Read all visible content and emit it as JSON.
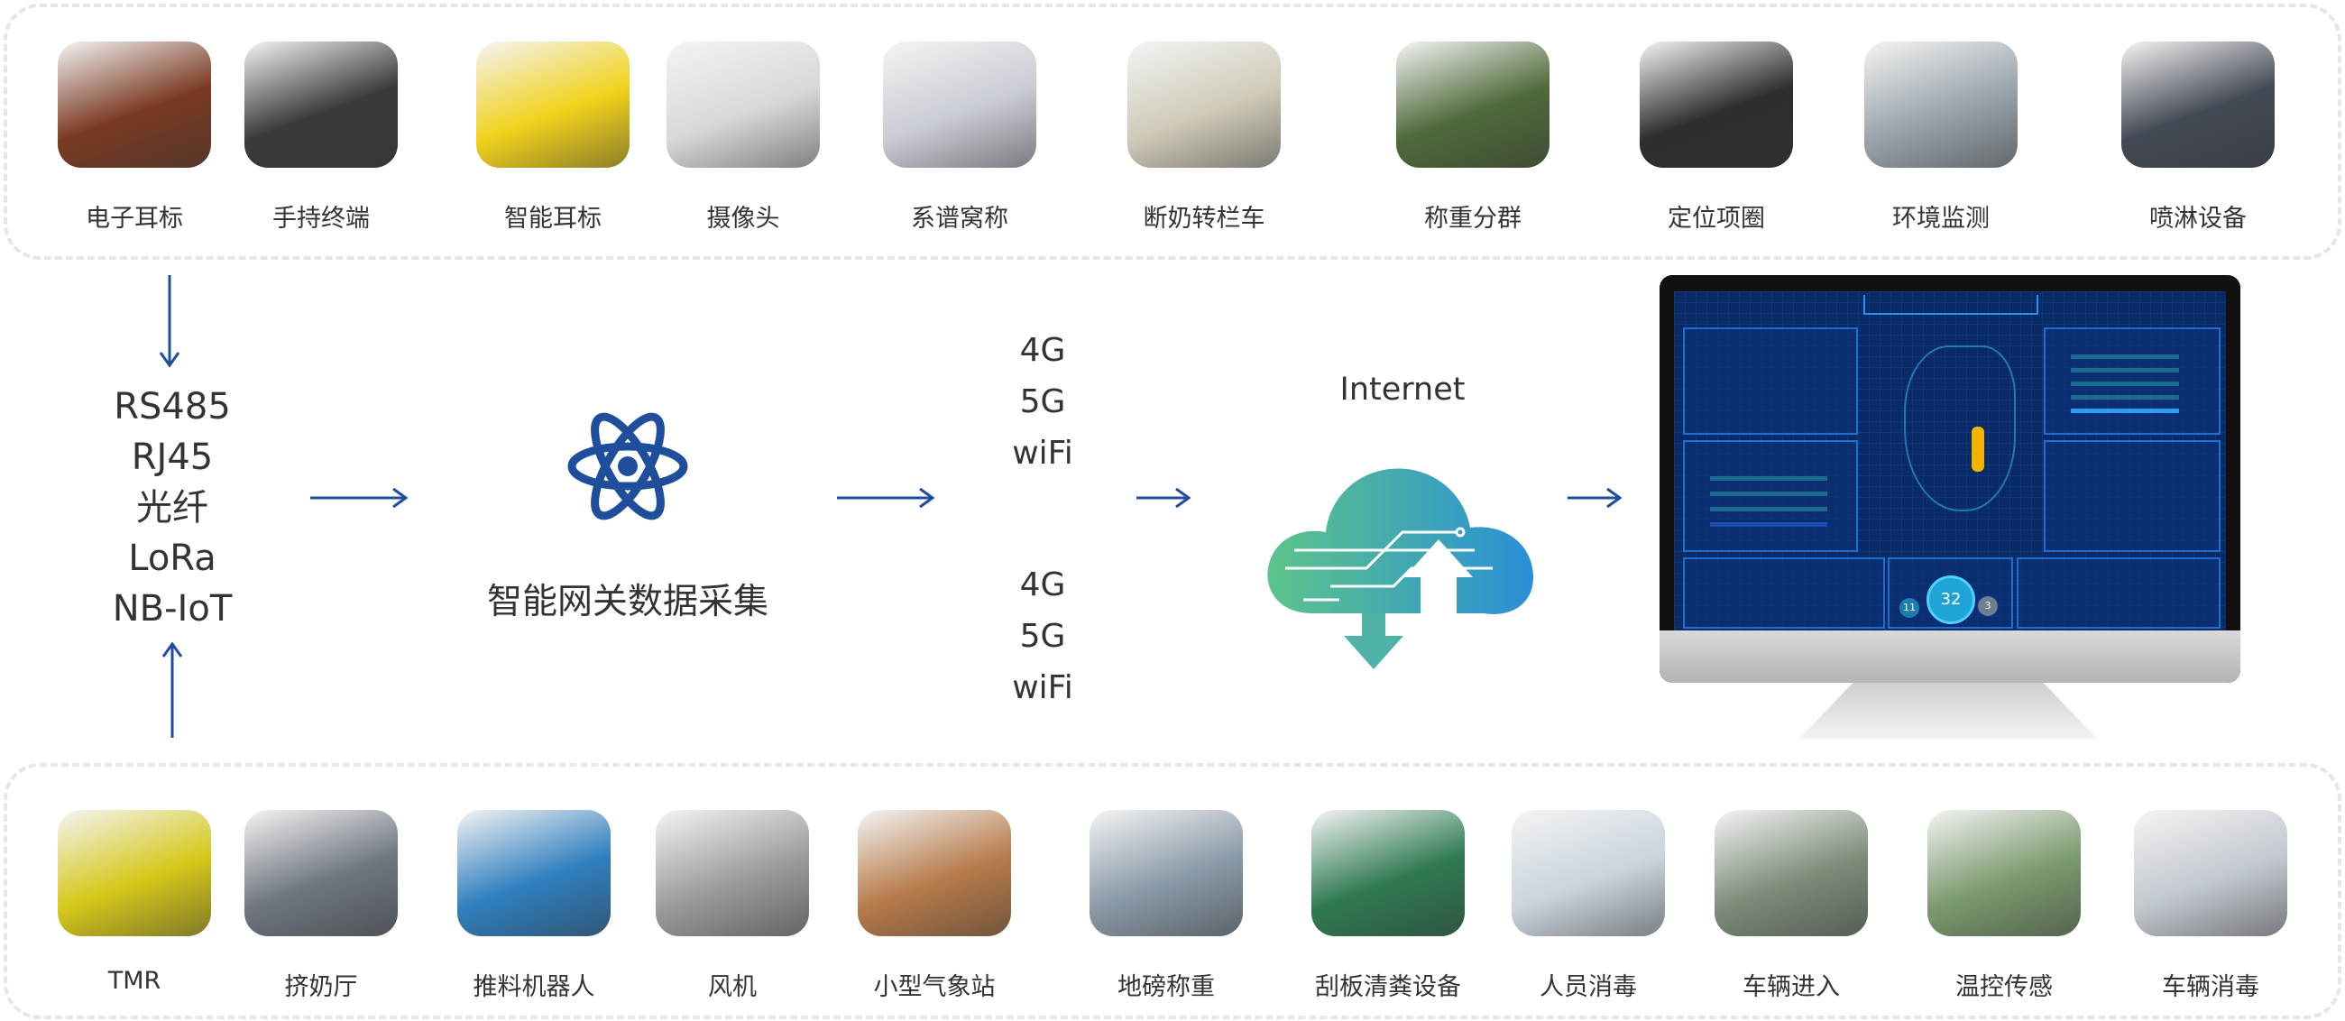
{
  "top_devices": [
    {
      "label": "电子耳标",
      "icon": "cattle-ear-tag-photo",
      "color": "#7a3a22"
    },
    {
      "label": "手持终端",
      "icon": "handheld-terminal-photo",
      "color": "#3a3a3a"
    },
    {
      "label": "智能耳标",
      "icon": "smart-ear-tag-photo",
      "color": "#f2d21c"
    },
    {
      "label": "摄像头",
      "icon": "camera-photo",
      "color": "#d8d8d8"
    },
    {
      "label": "系谱窝称",
      "icon": "pedigree-scale-photo",
      "color": "#c9ccd4"
    },
    {
      "label": "断奶转栏车",
      "icon": "weaning-cart-photo",
      "color": "#cfcab8"
    },
    {
      "label": "称重分群",
      "icon": "weighing-sorting-photo",
      "color": "#4f6a3a"
    },
    {
      "label": "定位项圈",
      "icon": "positioning-collar-photo",
      "color": "#2e2e2e"
    },
    {
      "label": "环境监测",
      "icon": "environment-monitor-photo",
      "color": "#9aa4ab"
    },
    {
      "label": "喷淋设备",
      "icon": "sprinkler-photo",
      "color": "#444a55"
    }
  ],
  "bottom_devices": [
    {
      "label": "TMR",
      "icon": "tmr-mixer-photo",
      "color": "#d6c81a"
    },
    {
      "label": "挤奶厅",
      "icon": "milking-parlor-photo",
      "color": "#6f7680"
    },
    {
      "label": "推料机器人",
      "icon": "feed-pushing-robot-photo",
      "color": "#2f7fbf"
    },
    {
      "label": "风机",
      "icon": "fan-photo",
      "color": "#9c9c9c"
    },
    {
      "label": "小型气象站",
      "icon": "weather-station-photo",
      "color": "#b77b4a"
    },
    {
      "label": "地磅称重",
      "icon": "weighbridge-photo",
      "color": "#8a9aa8"
    },
    {
      "label": "刮板清粪设备",
      "icon": "scraper-cleaning-photo",
      "color": "#2f7a52"
    },
    {
      "label": "人员消毒",
      "icon": "personnel-disinfection-photo",
      "color": "#c9d4dc"
    },
    {
      "label": "车辆进入",
      "icon": "vehicle-entry-photo",
      "color": "#7d8d7a"
    },
    {
      "label": "温控传感",
      "icon": "temperature-sensor-photo",
      "color": "#7b9a6e"
    },
    {
      "label": "车辆消毒",
      "icon": "vehicle-disinfection-photo",
      "color": "#c2c8cf"
    }
  ],
  "protocols": [
    "RS485",
    "RJ45",
    "光纤",
    "LoRa",
    "NB-IoT"
  ],
  "gateway": {
    "label": "智能网关数据采集",
    "icon": "atom-icon"
  },
  "networks_upper": [
    "4G",
    "5G",
    "wiFi"
  ],
  "networks_lower": [
    "4G",
    "5G",
    "wiFi"
  ],
  "internet": {
    "label": "Internet",
    "icon": "cloud-upload-download-icon"
  },
  "dashboard": {
    "center_value": "32",
    "left_value": "11",
    "right_value": "3"
  },
  "colors": {
    "arrow": "#1f4e9c",
    "cloud_start": "#5cc48a",
    "cloud_end": "#2a8fd6",
    "screen": "#0a2a66"
  }
}
